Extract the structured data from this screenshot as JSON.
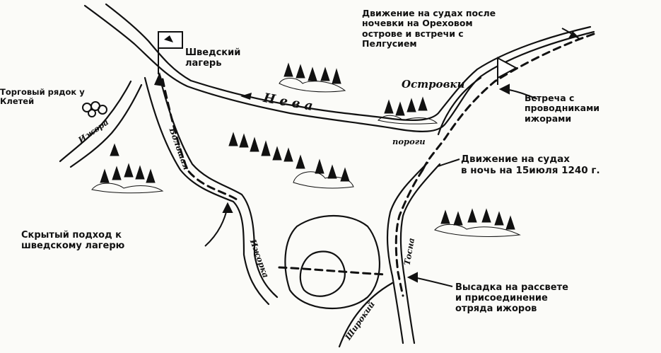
{
  "labels": {
    "swedish_camp": "Шведский\nлагерь",
    "trading_village": "Торговый рядок у\nКлетей",
    "neva": "Н е в а",
    "ostrovki": "Островки",
    "rapids": "пороги",
    "izhora_upper": "Ижора",
    "bolshaya": "Большая",
    "izhorka": "Ижорка",
    "tosna": "Тосна",
    "shirokiy": "Широкий",
    "movement_after_night": "Движение на судах после\nночевки на Ореховом\nострове и встречи с\nПелгусием",
    "meeting_guides": "Встреча с\nпроводниками\nижорами",
    "night_movement": "Движение на судах\nв ночь на 15июля 1240 г.",
    "hidden_approach": "Скрытый подход к\nшведскому лагерю",
    "landing_dawn": "Высадка на рассвете\nи присоединение\nотряда ижоров"
  },
  "icons": {
    "camp_flag": "flag-icon",
    "meeting_flag": "flag-icon",
    "forest": "forest-icon",
    "village": "village-icon"
  },
  "colors": {
    "ink": "#111111",
    "paper": "#fbfbf8"
  }
}
